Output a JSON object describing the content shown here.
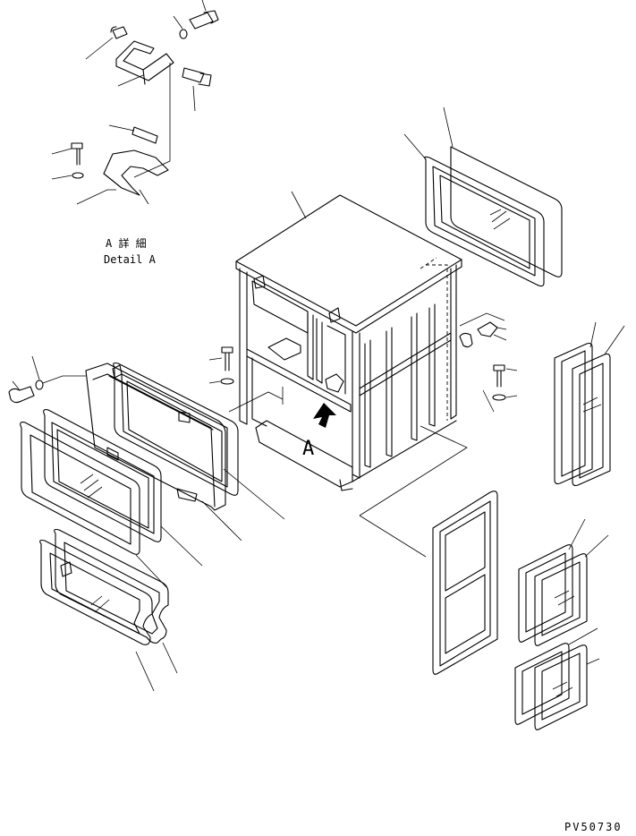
{
  "labels": {
    "detail_jp": "A 詳 細",
    "detail_en": "Detail A",
    "view_letter": "A",
    "drawing_code": "PV50730"
  }
}
